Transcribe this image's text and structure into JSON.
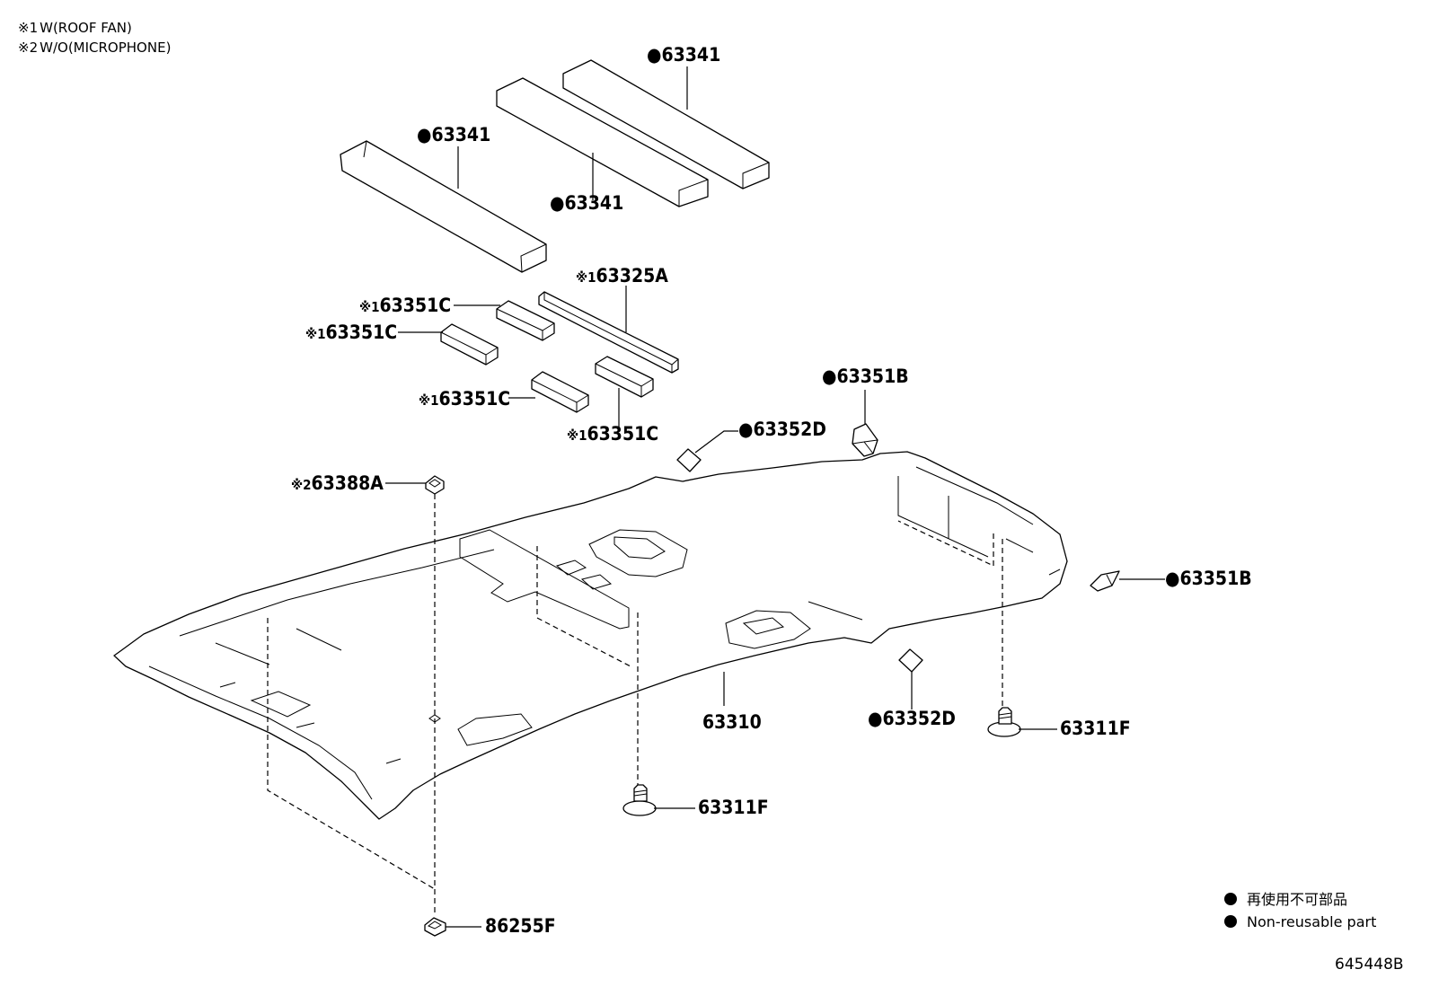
{
  "notes": [
    {
      "mark": "※1",
      "text": "W(ROOF FAN)"
    },
    {
      "mark": "※2",
      "text": "W/O(MICROPHONE)"
    }
  ],
  "callouts": {
    "c63341_top": "63341",
    "c63341_left": "63341",
    "c63341_mid": "63341",
    "c63325A": "63325A",
    "c63351C_a": "63351C",
    "c63351C_b": "63351C",
    "c63351C_c": "63351C",
    "c63351C_d": "63351C",
    "c63351B_top": "63351B",
    "c63352D_top": "63352D",
    "c63388A": "63388A",
    "c63351B_right": "63351B",
    "c63310": "63310",
    "c63352D_bottom": "63352D",
    "c63311F_right": "63311F",
    "c63311F_center": "63311F",
    "c86255F": "86255F"
  },
  "marks": {
    "dot": "●",
    "note1": "※1",
    "note2": "※2"
  },
  "legend": {
    "line1": "再使用不可部品",
    "line2": "Non-reusable part"
  },
  "diagram_code": "645448B"
}
